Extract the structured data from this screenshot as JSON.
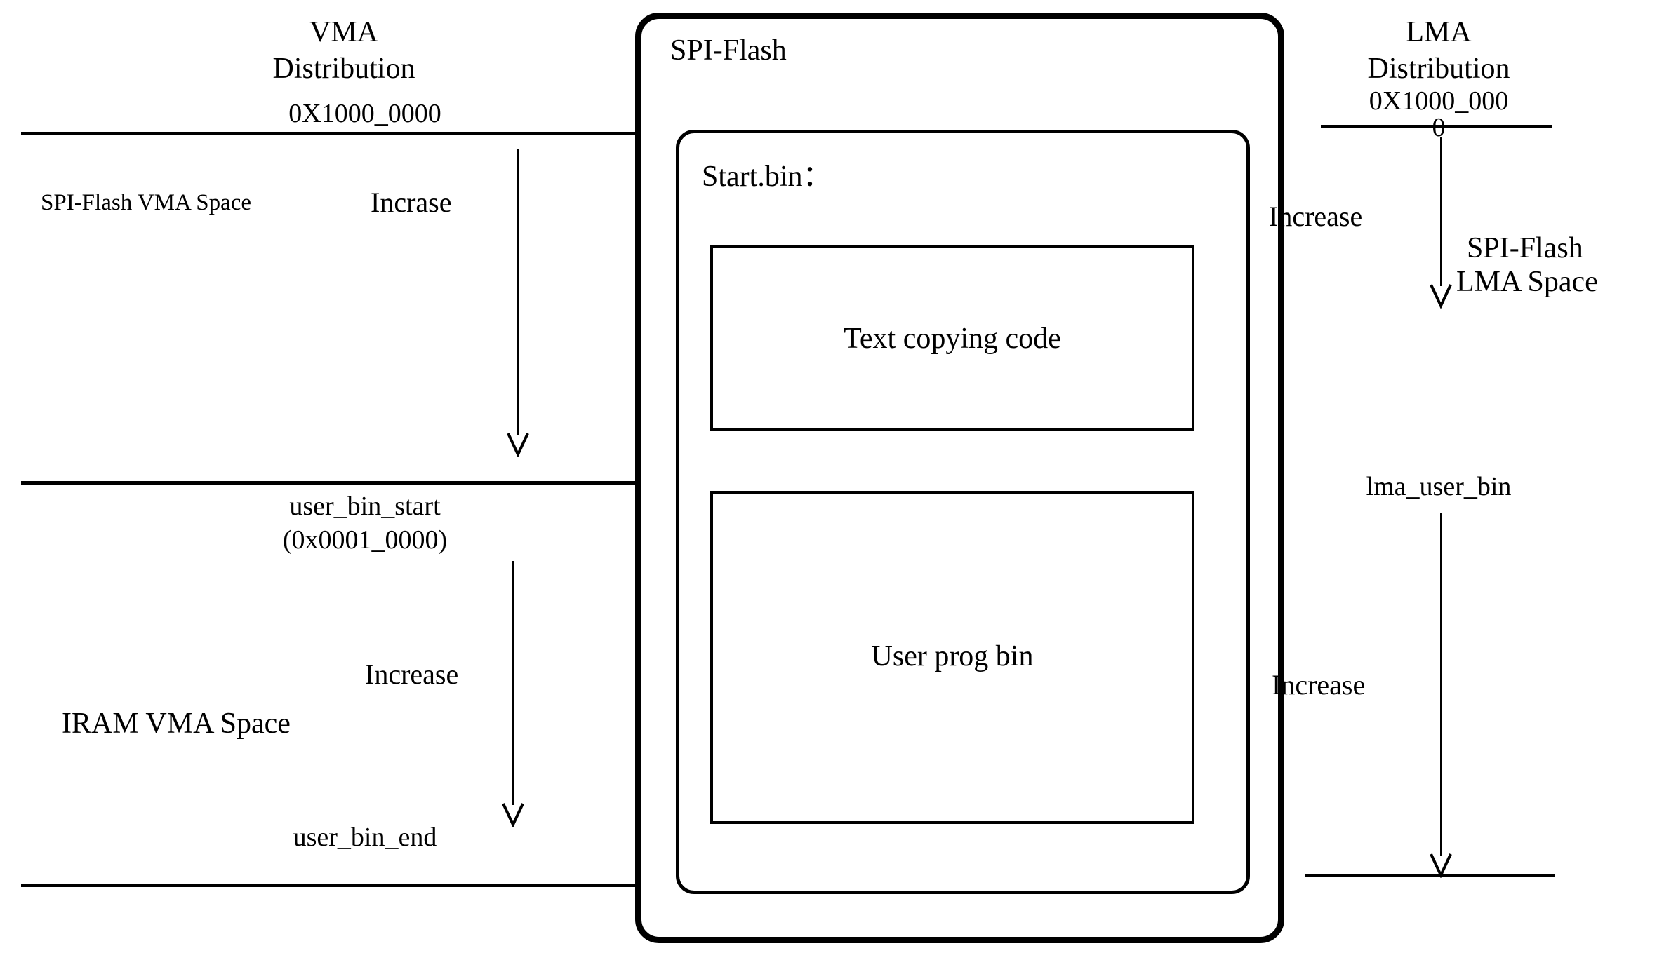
{
  "diagram": {
    "title": "SPI-Flash VMA / LMA distribution",
    "columns": {
      "left": {
        "header_line1": "VMA",
        "header_line2": "Distribution",
        "addr_top": "0X1000_0000",
        "region1_label": "SPI-Flash VMA Space",
        "region1_arrow_label": "Incrase",
        "addr_mid_line1": "user_bin_start",
        "addr_mid_line2": "(0x0001_0000)",
        "region2_arrow_label": "Increase",
        "region2_label": "IRAM VMA Space",
        "addr_bottom": "user_bin_end"
      },
      "center": {
        "box_title": "SPI-Flash",
        "inner_box_title": "Start.bin：",
        "segments": [
          {
            "label": "Text copying code"
          },
          {
            "label": "User prog bin"
          }
        ]
      },
      "right": {
        "header_line1": "LMA",
        "header_line2": "Distribution",
        "addr_top_line1": "0X1000_000",
        "addr_top_line2": "0",
        "region1_arrow_label": "Increase",
        "region1_label_line1": "SPI-Flash",
        "region1_label_line2": "LMA Space",
        "addr_mid": "lma_user_bin",
        "region2_arrow_label": "Increase"
      }
    },
    "colors": {
      "ink": "#000000",
      "paper": "#ffffff"
    }
  }
}
